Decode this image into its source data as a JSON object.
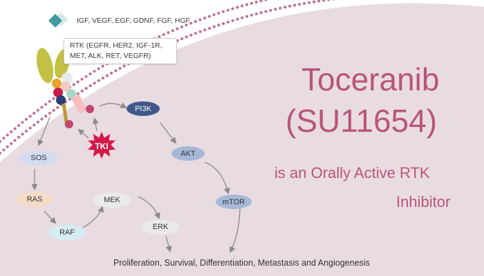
{
  "ligands_label": "IGF, VEGF, EGF, GDNF, FGF, HGF",
  "receptor_label": "RTK (EGFR, HER2, IGF-1R, MET, ALK, RET, VEGFR)",
  "inhibitor_label": "TKI",
  "nodes": {
    "pi3k": "PI3K",
    "akt": "AKT",
    "mtor": "mTOR",
    "sos": "SOS",
    "ras": "RAS",
    "raf": "RAF",
    "mek": "MEK",
    "erk": "ERK"
  },
  "outcome_label": "Proliferation, Survival, Differentiation, Metastasis and Angiogenesis",
  "title_line1": "Toceranib",
  "title_line2": "(SU11654)",
  "subtitle_line1": "is an Orally Active RTK",
  "subtitle_line2": "Inhibitor",
  "colors": {
    "cell_fill": "#e9dbe2",
    "membrane": "#c06c96",
    "title": "#b9557a",
    "pi3k_fill": "#3f5888",
    "akt_fill": "#a5b8d6",
    "mtor_fill": "#a5b8d6",
    "sos_fill": "#d2dcee",
    "ras_fill": "#f5dcc8",
    "raf_fill": "#d6ecf3",
    "mek_fill": "#e9eaec",
    "erk_fill": "#e9eaec",
    "tki_fill": "#d2194a"
  },
  "icons": [
    "ligand-diamond-icon",
    "receptor-icon",
    "phosphate-icon",
    "tki-burst-icon"
  ]
}
